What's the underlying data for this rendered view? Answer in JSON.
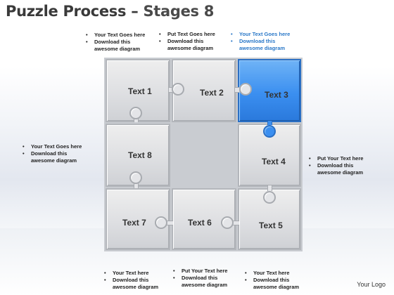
{
  "title": {
    "main": "Puzzle Process",
    "dash": "–",
    "stage": "Stages 8"
  },
  "pieces": [
    {
      "id": "text1",
      "label": "Text 1"
    },
    {
      "id": "text2",
      "label": "Text 2"
    },
    {
      "id": "text3",
      "label": "Text 3"
    },
    {
      "id": "text4",
      "label": "Text 4"
    },
    {
      "id": "text5",
      "label": "Text 5"
    },
    {
      "id": "text6",
      "label": "Text 6"
    },
    {
      "id": "text7",
      "label": "Text 7"
    },
    {
      "id": "text8",
      "label": "Text 8"
    }
  ],
  "notes": {
    "top_left": [
      "Your Text Goes here",
      "Download this",
      "awesome diagram"
    ],
    "top_mid": [
      "Put Text Goes here",
      "Download this",
      "awesome diagram"
    ],
    "top_right": [
      "Your Text Goes here",
      "Download this",
      "awesome diagram"
    ],
    "left": [
      "Your Text Goes here",
      "Download this",
      "awesome diagram"
    ],
    "right": [
      "Put Your Text  here",
      "Download this",
      "awesome diagram"
    ],
    "bottom_left": [
      "Your Text  here",
      "Download this",
      "awesome diagram"
    ],
    "bottom_mid": [
      "Put Your Text  here",
      "Download this",
      "awesome diagram"
    ],
    "bottom_right": [
      "Your Text  here",
      "Download this",
      "awesome diagram"
    ]
  },
  "highlight_color": "#3b8ff0",
  "logo": "Your Logo"
}
